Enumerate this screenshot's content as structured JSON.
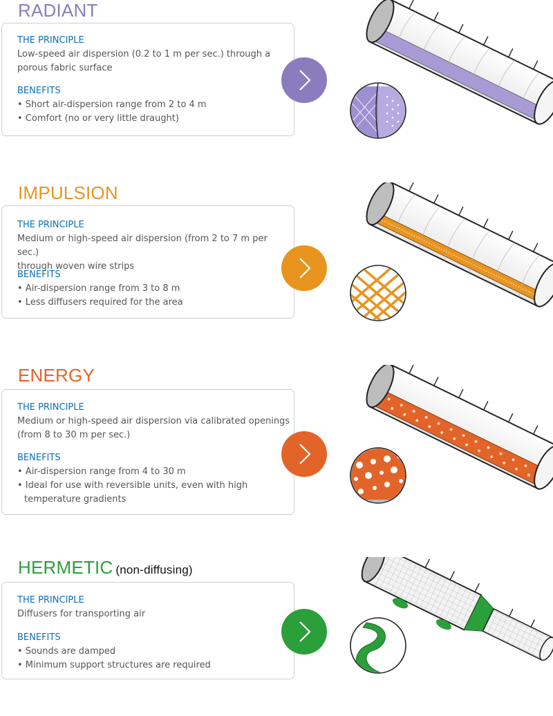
{
  "colors": {
    "radiant": "#8a7cbd",
    "impulsion": "#e8941f",
    "energy": "#e26429",
    "hermetic": "#2a9f3a",
    "label": "#0b6fb5",
    "body_text": "#555555"
  },
  "sections": [
    {
      "title": "RADIANT",
      "subtitle": "",
      "principle_label": "THE PRINCIPLE",
      "principle_lines": [
        "Low-speed air dispersion (0.2 to 1 m per sec.) through a",
        "porous fabric surface"
      ],
      "benefits_label": "BENEFITS",
      "benefits": [
        "• Short air-dispersion range from 2 to 4 m",
        "• Comfort (no or very little draught)"
      ],
      "icon": "chevron-right-icon"
    },
    {
      "title": "IMPULSION",
      "subtitle": "",
      "principle_label": "THE PRINCIPLE",
      "principle_lines": [
        "Medium or high-speed air dispersion (from 2 to 7 m per sec.)",
        "through woven wire strips"
      ],
      "benefits_label": "BENEFITS",
      "benefits": [
        "• Air-dispersion range from 3 to 8 m",
        "• Less diffusers required for the area"
      ],
      "icon": "chevron-right-icon"
    },
    {
      "title": "ENERGY",
      "subtitle": "",
      "principle_label": "THE PRINCIPLE",
      "principle_lines": [
        "Medium or high-speed air dispersion via calibrated openings",
        "(from 8 to 30 m per sec.)"
      ],
      "benefits_label": "BENEFITS",
      "benefits": [
        "• Air-dispersion range from 4 to 30 m",
        "• Ideal for use with reversible units, even with high",
        "  temperature gradients"
      ],
      "icon": "chevron-right-icon"
    },
    {
      "title": "HERMETIC",
      "subtitle": "(non-diffusing)",
      "principle_label": "THE PRINCIPLE",
      "principle_lines": [
        "Diffusers for transporting air"
      ],
      "benefits_label": "BENEFITS",
      "benefits": [
        "• Sounds are damped",
        "• Minimum support structures are required"
      ],
      "icon": "chevron-right-icon"
    }
  ]
}
